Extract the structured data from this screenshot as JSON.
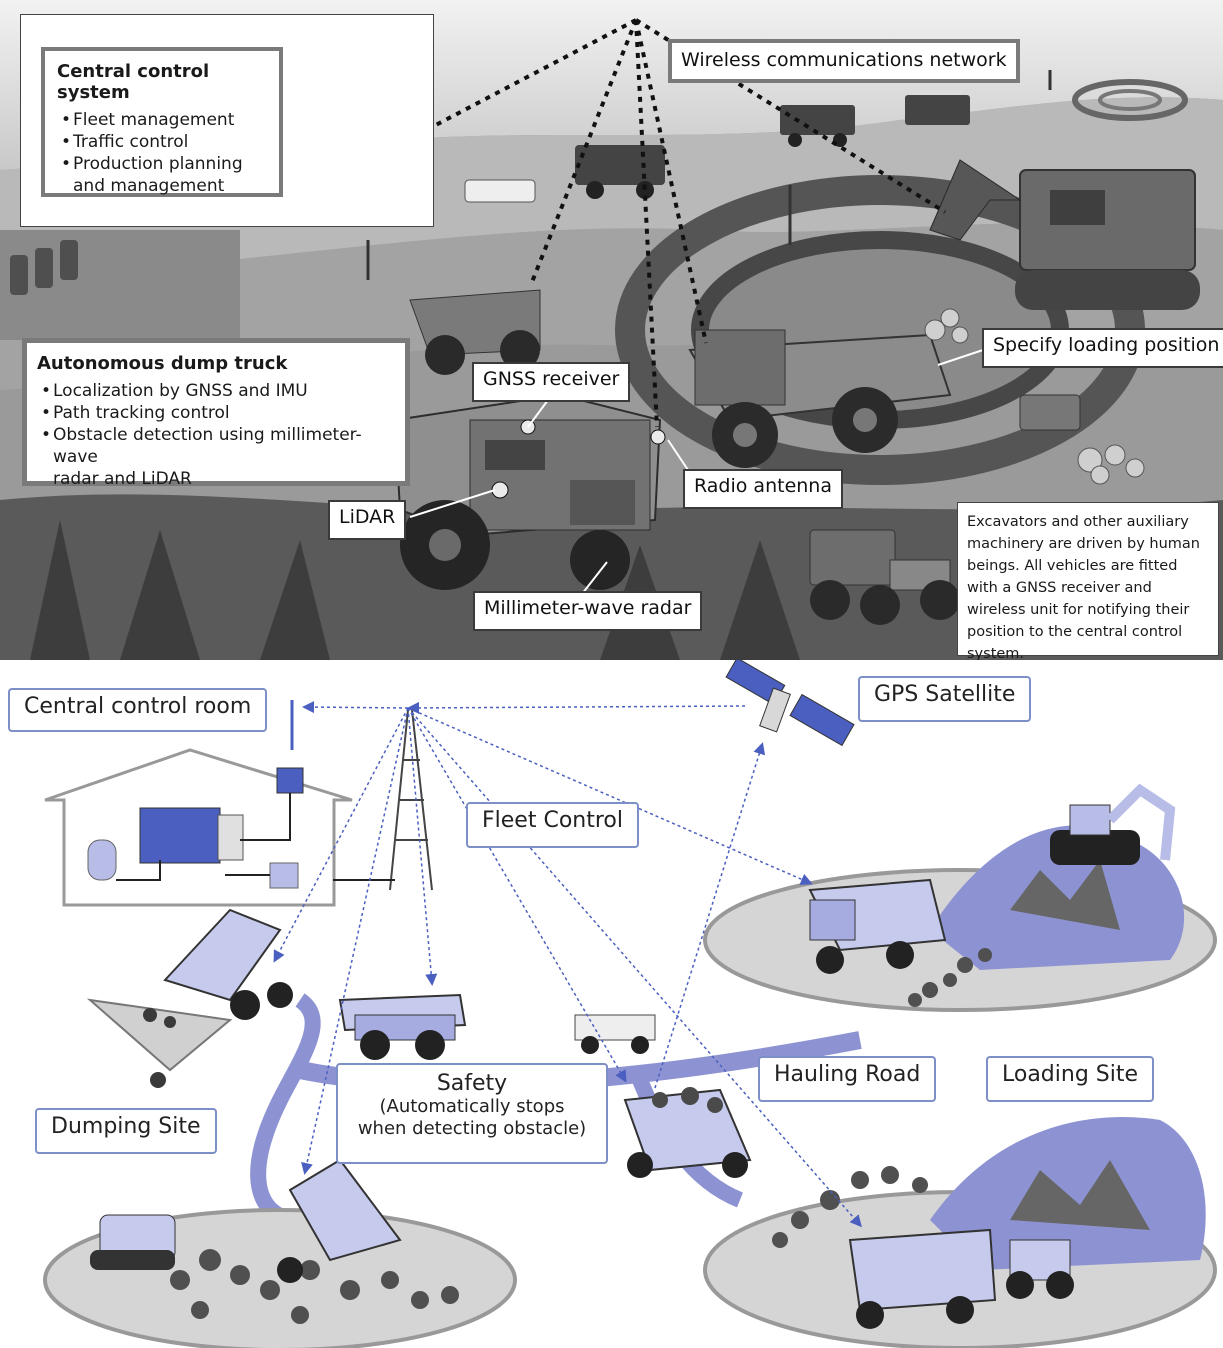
{
  "top": {
    "central_control": {
      "title": "Central control system",
      "items": [
        "Fleet management",
        "Traffic control",
        "Production planning\nand management"
      ]
    },
    "wireless_label": "Wireless communications network",
    "autonomous_truck": {
      "title": "Autonomous dump truck",
      "items": [
        "Localization by GNSS and IMU",
        "Path tracking control",
        "Obstacle detection using millimeter-wave\nradar and LiDAR"
      ]
    },
    "gnss_label": "GNSS receiver",
    "specify_label": "Specify loading position",
    "radio_label": "Radio antenna",
    "lidar_label": "LiDAR",
    "radar_label": "Millimeter-wave radar",
    "note": "Excavators and other auxiliary machinery are driven by human beings. All vehicles are fitted with a GNSS receiver and wireless unit for notifying their position to the central control system."
  },
  "bottom": {
    "control_room_label": "Central control room",
    "gps_label": "GPS Satellite",
    "fleet_label": "Fleet Control",
    "safety_title": "Safety",
    "safety_sub": "(Automatically stops\nwhen detecting obstacle)",
    "hauling_label": "Hauling Road",
    "loading_label": "Loading Site",
    "dumping_label": "Dumping Site"
  },
  "colors": {
    "blue_accent": "#4a5fbf",
    "light_blue": "#b7bde6",
    "label_border": "#7c8fc7"
  }
}
